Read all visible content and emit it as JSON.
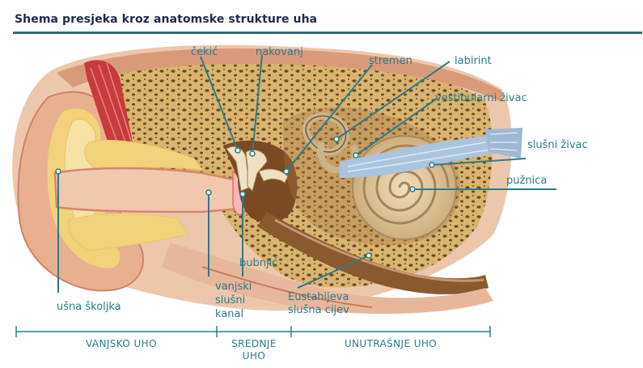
{
  "title": "Shema presjeka kroz anatomske strukture uha",
  "labels": {
    "cekic": "čekić",
    "nakovanj": "nakovanj",
    "stremen": "stremen",
    "labirint": "labirint",
    "vestibularni": "vestibularni živac",
    "slusni_zivac": "slušni živac",
    "puznica": "pužnica",
    "bubnjic": "bubnjić",
    "vanjski_1": "vanjski",
    "vanjski_2": "slušni",
    "vanjski_3": "kanal",
    "eustahijeva_1": "Eustahijeva",
    "eustahijeva_2": "slušna cijev",
    "skoljka": "ušna školjka"
  },
  "sections": {
    "vanjsko": "VANJSKO UHO",
    "srednje_1": "SREDNJE",
    "srednje_2": "UHO",
    "unutarnje": "UNUTRAŠNJE UHO"
  },
  "colors": {
    "label": "#2b7c88",
    "rule": "#2a6f7a",
    "bone": "#d9b46e",
    "bone_pore": "#6b4a26",
    "skin": "#e9b79a",
    "cartilage": "#f2d27a",
    "muscle": "#c73b3b",
    "nerve": "#a9c4dd"
  }
}
